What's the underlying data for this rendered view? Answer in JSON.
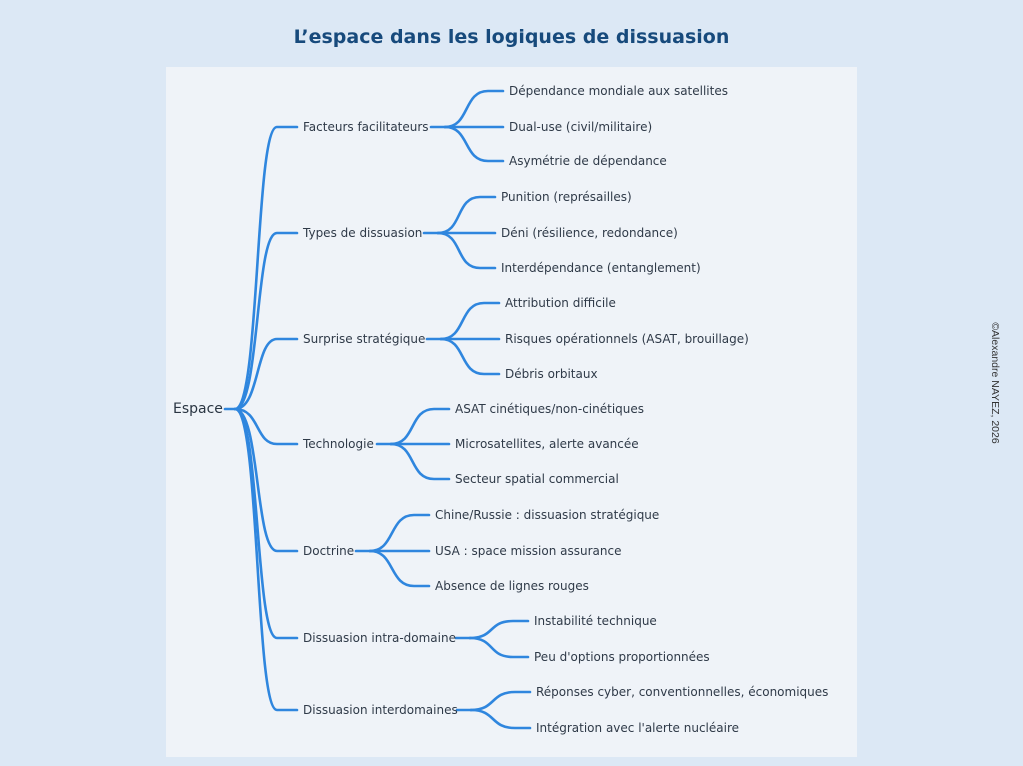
{
  "title": "L’espace dans les logiques de dissuasion",
  "copyright": "©Alexandre NAYEZ, 2026",
  "colors": {
    "edge": "#2f86de",
    "title": "#174a7c",
    "panel": "#eff3f8",
    "background": "#dce8f5"
  },
  "root": {
    "label": "Espace"
  },
  "branches": [
    {
      "label": "Facteurs facilitateurs",
      "children": [
        "Dépendance mondiale aux satellites",
        "Dual-use (civil/militaire)",
        "Asymétrie de dépendance"
      ]
    },
    {
      "label": "Types de dissuasion",
      "children": [
        "Punition (représailles)",
        "Déni (résilience, redondance)",
        "Interdépendance (entanglement)"
      ]
    },
    {
      "label": "Surprise stratégique",
      "children": [
        "Attribution difficile",
        "Risques opérationnels (ASAT, brouillage)",
        "Débris orbitaux"
      ]
    },
    {
      "label": "Technologie",
      "children": [
        "ASAT cinétiques/non-cinétiques",
        "Microsatellites, alerte avancée",
        "Secteur spatial commercial"
      ]
    },
    {
      "label": "Doctrine",
      "children": [
        "Chine/Russie : dissuasion stratégique",
        "USA : space mission assurance",
        "Absence de lignes rouges"
      ]
    },
    {
      "label": "Dissuasion intra-domaine",
      "children": [
        "Instabilité technique",
        "Peu d'options proportionnées"
      ]
    },
    {
      "label": "Dissuasion interdomaines",
      "children": [
        "Réponses cyber, conventionnelles, économiques",
        "Intégration avec l'alerte nucléaire"
      ]
    }
  ]
}
